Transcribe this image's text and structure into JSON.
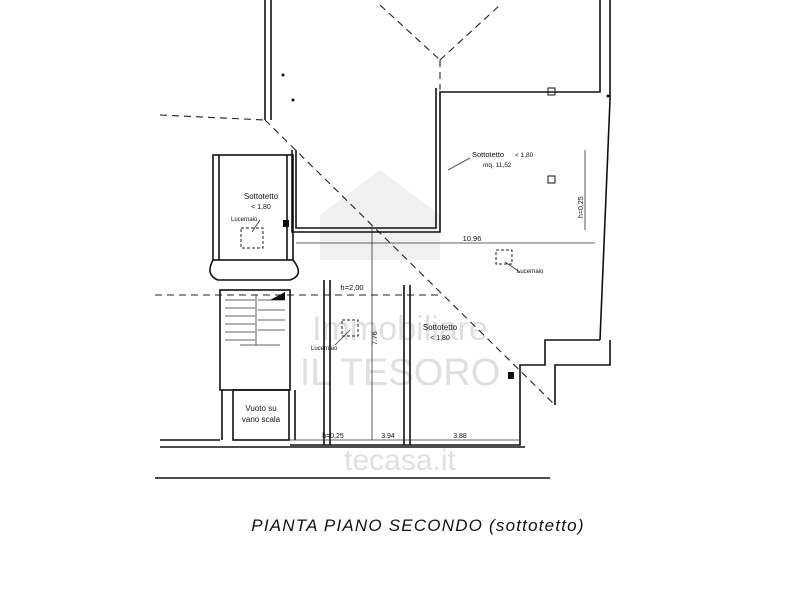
{
  "title": "PIANTA PIANO SECONDO (sottotetto)",
  "rooms": {
    "upper_right": {
      "name": "Sottotetto",
      "height": "< 1,80",
      "area": "mq. 11,52"
    },
    "left": {
      "name": "Sottotetto",
      "height": "< 1,80"
    },
    "lower_right": {
      "name": "Sottotetto",
      "height": "< 1,80"
    }
  },
  "skylights": {
    "left": "Lucernaio",
    "right": "Lucernaio",
    "bottom": "Lucernaio"
  },
  "stair_void": {
    "line1": "Vuoto su",
    "line2": "vano scala"
  },
  "dimensions": {
    "width_main": "10.96",
    "height_2": "h=2,00",
    "height_025_right": "h=0,25",
    "height_025_bottom": "h=0,25",
    "vertical": "7.76",
    "bottom_a": "3.94",
    "bottom_b": "3.88"
  },
  "watermark": {
    "line1": "Immobiliare",
    "line2": "IL TESORO",
    "line3": "tecasa.it"
  }
}
